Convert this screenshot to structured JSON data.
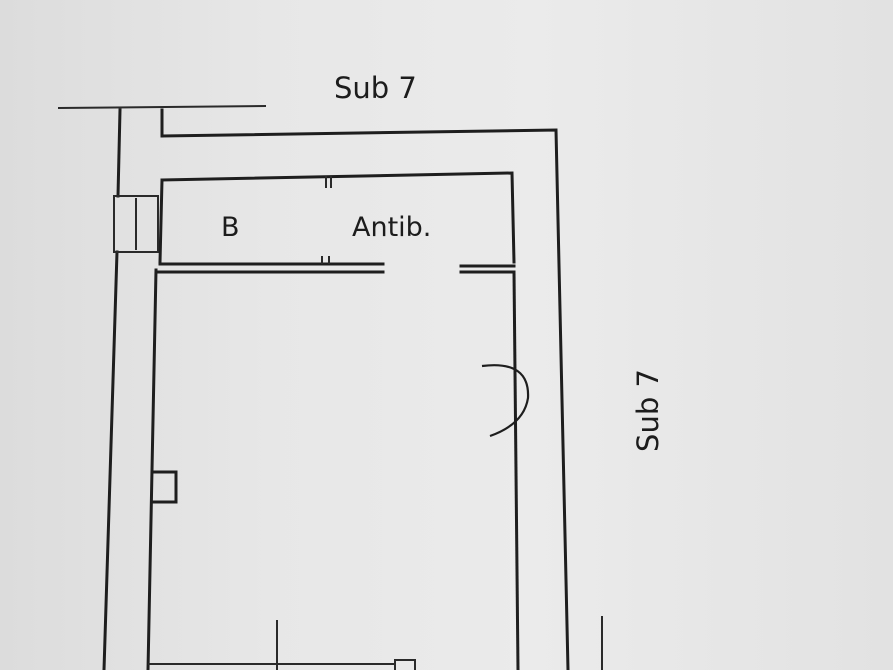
{
  "labels": {
    "top": "Sub 7",
    "room_b": "B",
    "antib": "Antib.",
    "right": "Sub 7"
  }
}
